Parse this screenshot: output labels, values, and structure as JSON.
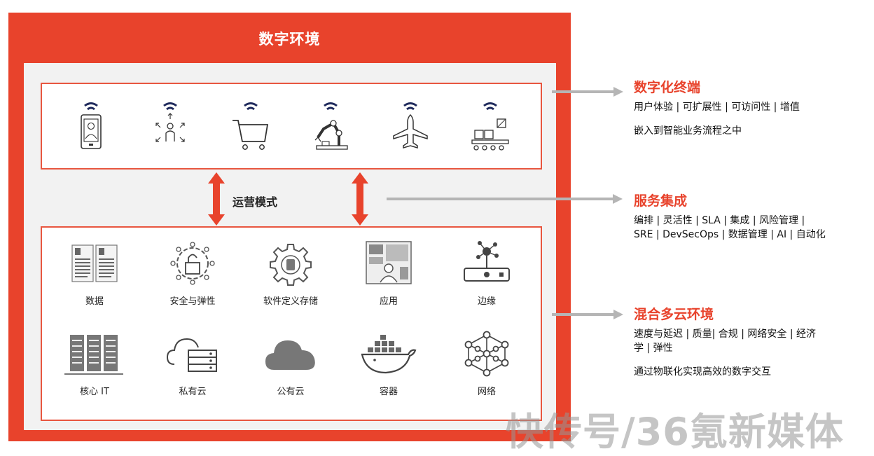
{
  "frame": {
    "title": "数字环境"
  },
  "operating_mode": {
    "label": "运营模式"
  },
  "devices": [
    {
      "icon": "smartphone-user-icon"
    },
    {
      "icon": "person-movement-icon"
    },
    {
      "icon": "shopping-cart-icon"
    },
    {
      "icon": "robot-arm-icon"
    },
    {
      "icon": "airplane-icon"
    },
    {
      "icon": "conveyor-icon"
    }
  ],
  "services_row1": [
    {
      "label": "数据",
      "icon": "documents-icon"
    },
    {
      "label": "安全与弹性",
      "icon": "security-lock-icon"
    },
    {
      "label": "软件定义存储",
      "icon": "gear-storage-icon"
    },
    {
      "label": "应用",
      "icon": "application-window-icon"
    },
    {
      "label": "边缘",
      "icon": "edge-device-icon"
    }
  ],
  "services_row2": [
    {
      "label": "核心 IT",
      "icon": "server-rack-icon"
    },
    {
      "label": "私有云",
      "icon": "private-cloud-icon"
    },
    {
      "label": "公有云",
      "icon": "public-cloud-icon"
    },
    {
      "label": "容器",
      "icon": "container-whale-icon"
    },
    {
      "label": "网络",
      "icon": "network-mesh-icon"
    }
  ],
  "right_sections": [
    {
      "heading": "数字化终端",
      "lines": [
        "用户体验 | 可扩展性 | 可访问性 | 增值"
      ],
      "extra": "嵌入到智能业务流程之中"
    },
    {
      "heading": "服务集成",
      "lines": [
        "编排 | 灵活性 | SLA | 集成 | 风险管理 |",
        "SRE | DevSecOps | 数据管理 | AI | 自动化"
      ],
      "extra": ""
    },
    {
      "heading": "混合多云环境",
      "lines": [
        "速度与延迟 | 质量| 合规 | 网络安全 | 经济",
        "学 | 弹性"
      ],
      "extra": "通过物联化实现高效的数字交互"
    }
  ],
  "watermark": "快传号/36氪新媒体",
  "colors": {
    "brand_red": "#e8432c",
    "icon_gray": "#555555",
    "wifi_navy": "#1f2a5c",
    "arrow_gray": "#b5b5b5"
  }
}
